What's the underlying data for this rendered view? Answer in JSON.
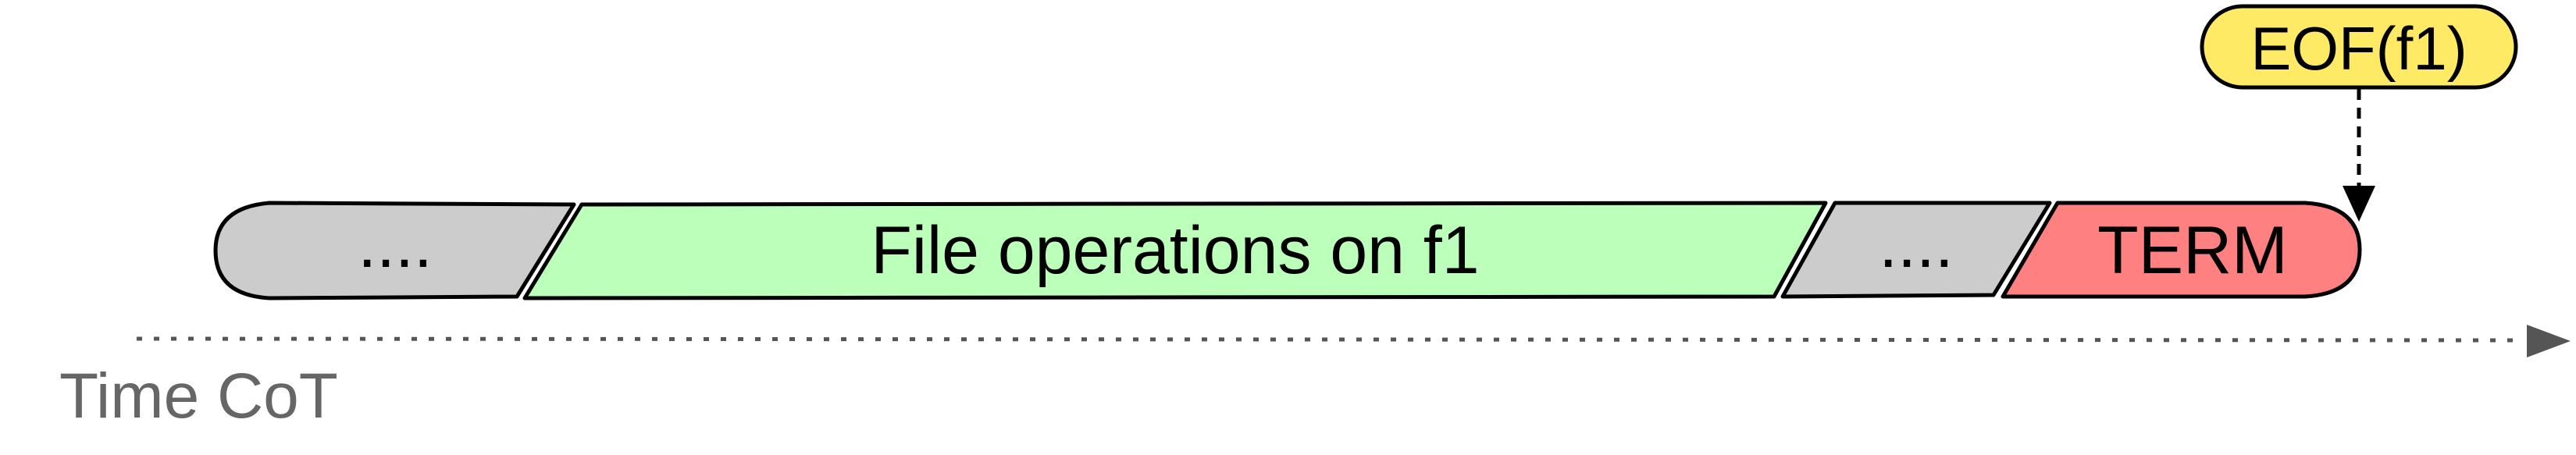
{
  "timeline": {
    "segments": [
      {
        "id": "pre",
        "label": "....",
        "fill": "#cccccc"
      },
      {
        "id": "file-ops",
        "label": "File operations on f1",
        "fill": "#bbffbb"
      },
      {
        "id": "mid",
        "label": "....",
        "fill": "#cccccc"
      },
      {
        "id": "term",
        "label": "TERM",
        "fill": "#ff8080"
      }
    ],
    "callout": {
      "label": "EOF(f1)",
      "fill": "#ffea66"
    },
    "axis_label": "Time CoT",
    "colors": {
      "stroke": "#000000",
      "axis": "#555555"
    }
  }
}
